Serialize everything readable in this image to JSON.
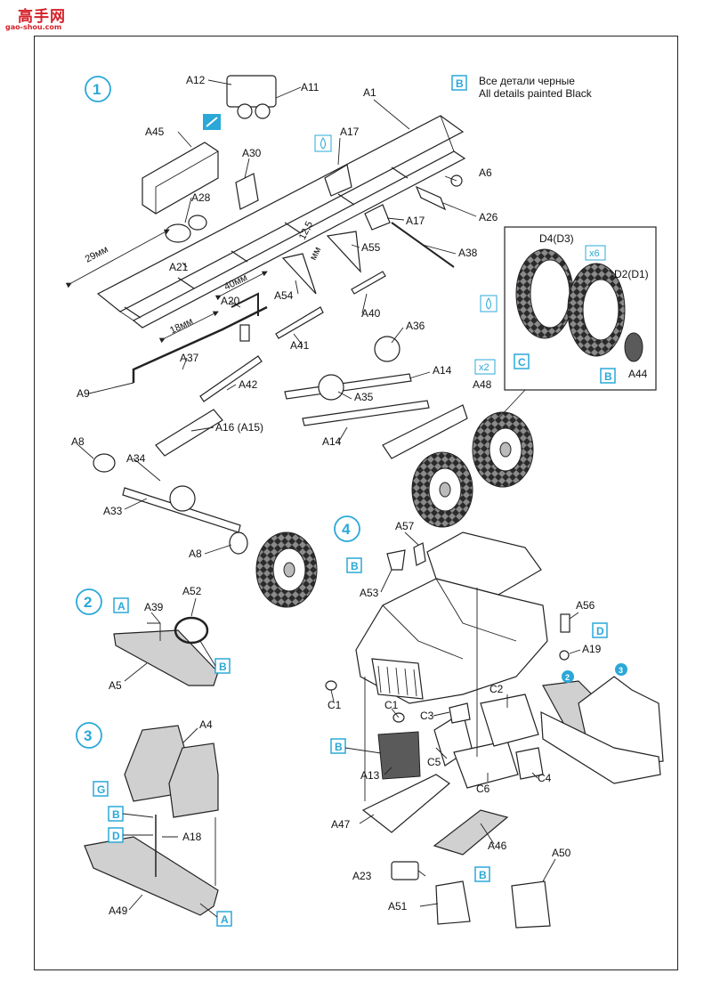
{
  "logo": {
    "text": "高手网",
    "url": "gao-shou.com"
  },
  "steps": [
    "1",
    "2",
    "3",
    "4"
  ],
  "note": {
    "ru": "Все детали черные",
    "en": "All details painted Black",
    "box": "B"
  },
  "multipliers": {
    "x6": "x6",
    "x2": "x2"
  },
  "dimensions": {
    "d29": "29мм",
    "d18": "18мм",
    "d40": "40мм",
    "d125": "12,5",
    "d125u": "мм"
  },
  "letters": {
    "A": "A",
    "B": "B",
    "C": "C",
    "D": "D",
    "G": "G"
  },
  "step1": {
    "A12": "A12",
    "A11": "A11",
    "A1": "A1",
    "A45": "A45",
    "A17a": "A17",
    "A30": "A30",
    "A28": "A28",
    "A6": "A6",
    "A26": "A26",
    "A17b": "A17",
    "A55": "A55",
    "A38": "A38",
    "A21": "A21",
    "A54": "A54",
    "A20": "A20",
    "A40": "A40",
    "A41": "A41",
    "A36": "A36",
    "A37": "A37",
    "A14a": "A14",
    "A48": "A48",
    "A9": "A9",
    "A42": "A42",
    "A35": "A35",
    "A16": "A16 (A15)",
    "A14b": "A14",
    "A8a": "A8",
    "A34": "A34",
    "A33": "A33",
    "A8b": "A8",
    "D4": "D4(D3)",
    "D2": "D2(D1)",
    "A44": "A44"
  },
  "step2": {
    "A39": "A39",
    "A52": "A52",
    "A5": "A5"
  },
  "step3": {
    "A4": "A4",
    "A18": "A18",
    "A49": "A49"
  },
  "step4": {
    "A57": "A57",
    "A53": "A53",
    "A56": "A56",
    "A19": "A19",
    "C1a": "C1",
    "C1b": "C1",
    "C2": "C2",
    "C3": "C3",
    "C5": "C5",
    "C6": "C6",
    "C4": "C4",
    "A13": "A13",
    "A47": "A47",
    "A46": "A46",
    "A23": "A23",
    "A50": "A50",
    "A51": "A51",
    "sub2": "2",
    "sub3": "3"
  }
}
